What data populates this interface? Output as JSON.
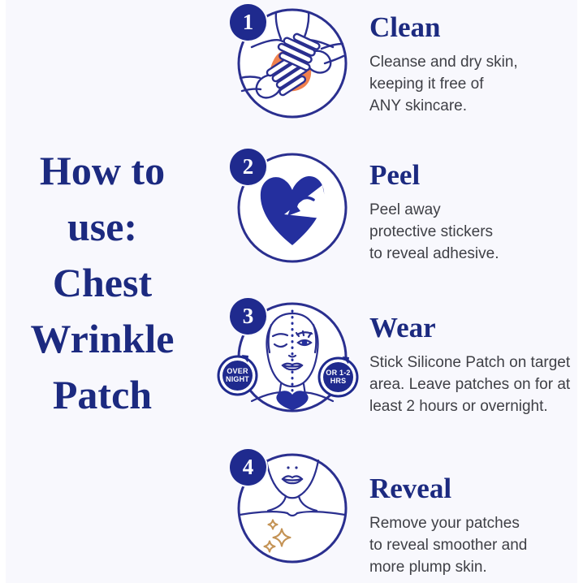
{
  "heading": {
    "lines": [
      "How to",
      "use:",
      "Chest",
      "Wrinkle",
      "Patch"
    ]
  },
  "steps": [
    {
      "number": "1",
      "title": "Clean",
      "description": "Cleanse and dry skin,\nkeeping it free of\nANY skincare.",
      "icon": "hands-cleansing-chest-icon"
    },
    {
      "number": "2",
      "title": "Peel",
      "description": "Peel away\nprotective stickers\nto reveal adhesive.",
      "icon": "peel-sticker-heart-icon"
    },
    {
      "number": "3",
      "title": "Wear",
      "description": "Stick Silicone Patch on target\narea. Leave patches on for at\nleast 2 hours or overnight.",
      "icon": "face-with-chest-patch-icon",
      "badge_left": "OVER\nNIGHT",
      "badge_right": "OR 1-2\nHRS"
    },
    {
      "number": "4",
      "title": "Reveal",
      "description": "Remove your patches\nto reveal smoother and\nmore plump skin.",
      "icon": "smooth-chest-sparkles-icon"
    }
  ],
  "colors": {
    "navy_line": "#2a2f8f",
    "navy_fill": "#1f2a8e",
    "heart_blue": "#242f9e",
    "heading_text": "#1c2a80",
    "body_text": "#3f4046",
    "accent_orange": "#f0814e",
    "accent_gold": "#c49355",
    "background": "#f8f8fd"
  }
}
